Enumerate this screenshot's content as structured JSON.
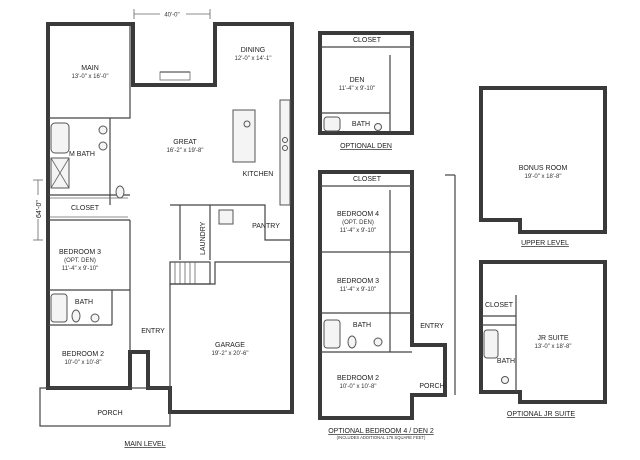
{
  "main_level": {
    "caption": "MAIN LEVEL",
    "overall_width": "40'-0\"",
    "overall_depth": "64'-0\"",
    "rooms": {
      "main": {
        "name": "MAIN",
        "size": "13'-0\" x 16'-0\""
      },
      "dining": {
        "name": "DINING",
        "size": "12'-0\" x 14'-1\""
      },
      "great": {
        "name": "GREAT",
        "size": "16'-2\" x 19'-8\""
      },
      "m_bath": {
        "name": "M BATH"
      },
      "kitchen": {
        "name": "KITCHEN"
      },
      "closet": {
        "name": "CLOSET"
      },
      "pantry": {
        "name": "PANTRY"
      },
      "laundry": {
        "name": "LAUNDRY"
      },
      "bedroom3": {
        "name": "BEDROOM 3",
        "sub": "(OPT. DEN)",
        "size": "11'-4\" x 9'-10\""
      },
      "bath": {
        "name": "BATH"
      },
      "entry": {
        "name": "ENTRY"
      },
      "garage": {
        "name": "GARAGE",
        "size": "19'-2\" x 20'-6\""
      },
      "bedroom2": {
        "name": "BEDROOM 2",
        "size": "10'-0\" x 10'-8\""
      },
      "porch": {
        "name": "PORCH"
      }
    }
  },
  "optional_den": {
    "caption": "OPTIONAL DEN",
    "rooms": {
      "closet": {
        "name": "CLOSET"
      },
      "den": {
        "name": "DEN",
        "size": "11'-4\" x 9'-10\""
      },
      "bath": {
        "name": "BATH"
      }
    }
  },
  "optional_bedroom4": {
    "caption": "OPTIONAL BEDROOM 4 / DEN 2",
    "note": "(INCLUDES ADDITIONAL 176 SQUARE FEET)",
    "rooms": {
      "closet": {
        "name": "CLOSET"
      },
      "bedroom4": {
        "name": "BEDROOM 4",
        "sub": "(OPT. DEN)",
        "size": "11'-4\" x 9'-10\""
      },
      "bedroom3": {
        "name": "BEDROOM 3",
        "size": "11'-4\" x 9'-10\""
      },
      "bath": {
        "name": "BATH"
      },
      "entry": {
        "name": "ENTRY"
      },
      "bedroom2": {
        "name": "BEDROOM 2",
        "size": "10'-0\" x 10'-8\""
      },
      "porch": {
        "name": "PORCH"
      }
    }
  },
  "upper_level": {
    "caption": "UPPER LEVEL",
    "rooms": {
      "bonus": {
        "name": "BONUS ROOM",
        "size": "19'-0\" x 18'-8\""
      }
    }
  },
  "optional_jr_suite": {
    "caption": "OPTIONAL JR SUITE",
    "rooms": {
      "closet": {
        "name": "CLOSET"
      },
      "jr_suite": {
        "name": "JR SUITE",
        "size": "13'-0\" x 18'-8\""
      },
      "bath": {
        "name": "BATH"
      }
    }
  }
}
